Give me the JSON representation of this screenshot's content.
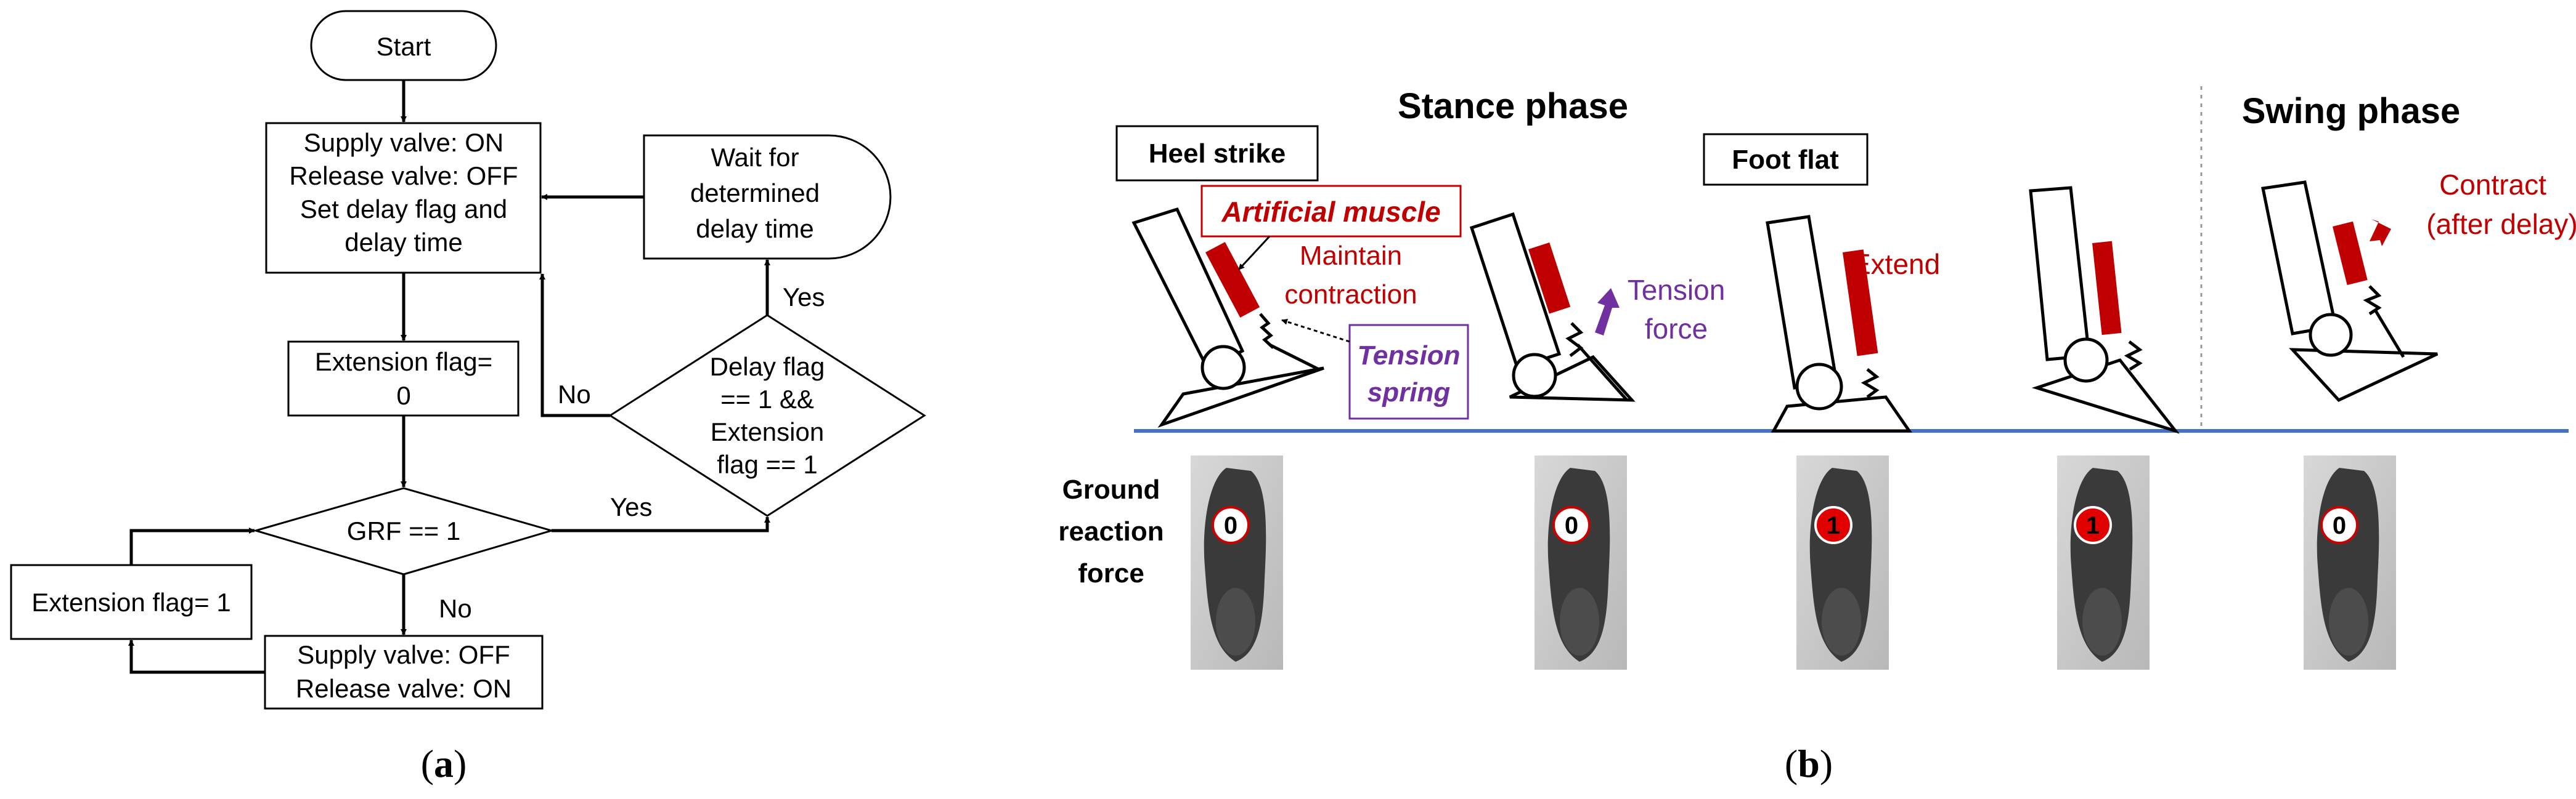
{
  "flowchart": {
    "start": "Start",
    "init_box": [
      "Supply valve: ON",
      "Release valve: OFF",
      "Set delay flag and",
      "delay time"
    ],
    "ext_flag_0": [
      "Extension flag=",
      "0"
    ],
    "grf_decision": "GRF == 1",
    "ext_flag_1": "Extension flag= 1",
    "release_box": [
      "Supply valve: OFF",
      "Release valve: ON"
    ],
    "delay_decision": [
      "Delay flag",
      "== 1 &&",
      "Extension",
      "flag == 1"
    ],
    "wait_box": [
      "Wait for",
      "determined",
      "delay time"
    ],
    "yes": "Yes",
    "no": "No",
    "caption": "(a)"
  },
  "gait": {
    "stance_phase": "Stance phase",
    "swing_phase": "Swing phase",
    "heel_strike": "Heel strike",
    "foot_flat": "Foot flat",
    "artificial_muscle": "Artificial muscle",
    "maintain": [
      "Maintain",
      "contraction"
    ],
    "tension_spring": [
      "Tension",
      "spring"
    ],
    "tension_force": [
      "Tension",
      "force"
    ],
    "extend": "Extend",
    "contract": [
      "Contract",
      "(after delay)"
    ],
    "grf_label": [
      "Ground",
      "reaction",
      "force"
    ],
    "grf_values": [
      "0",
      "0",
      "1",
      "1",
      "0"
    ],
    "caption": "(b)",
    "colors": {
      "muscle": "#c00000",
      "force_arrow": "#7030a0",
      "ground": "#4472c4",
      "active": "#e00000"
    }
  }
}
